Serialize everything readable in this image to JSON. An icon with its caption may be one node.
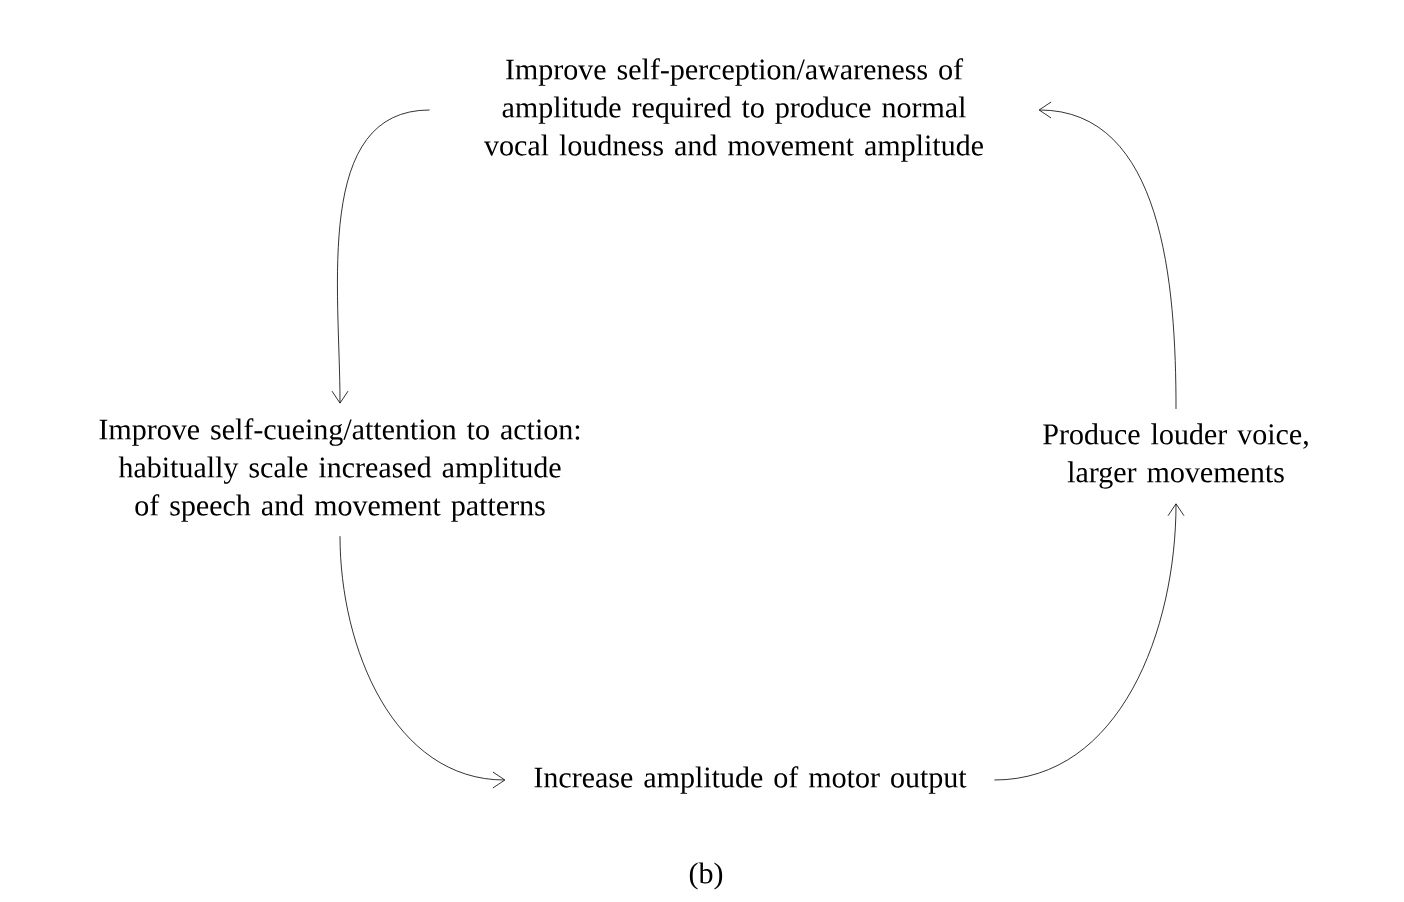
{
  "diagram": {
    "caption": "(b)",
    "nodes": [
      {
        "text": [
          "Improve self-perception/awareness of amplitude required to produce normal vocal loudness and movement amplitude"
        ]
      },
      {
        "text": [
          "Improve self-cueing/attention to action: habitually scale increased amplitude of speech and movement patterns"
        ]
      },
      {
        "text": [
          "Produce louder voice, larger movements"
        ]
      },
      {
        "text": [
          "Increase amplitude of motor output"
        ]
      }
    ],
    "edges": [
      {
        "from": 0,
        "to": 1,
        "arrow": "to"
      },
      {
        "from": 1,
        "to": 3,
        "arrow": "to"
      },
      {
        "from": 3,
        "to": 2,
        "arrow": "to"
      },
      {
        "from": 2,
        "to": 0,
        "arrow": "to"
      }
    ]
  }
}
